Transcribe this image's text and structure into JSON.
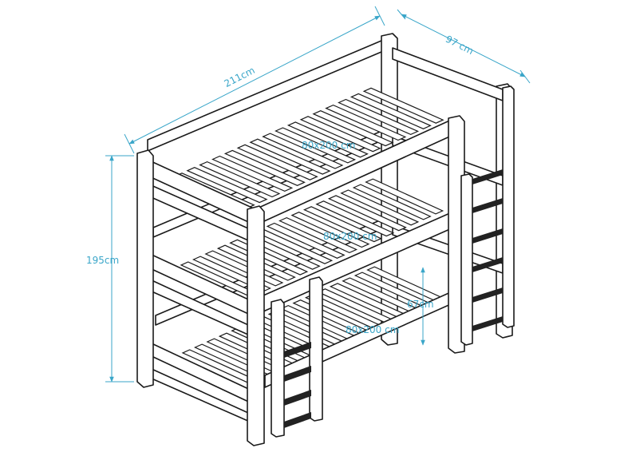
{
  "dimensions": {
    "length": "211cm",
    "depth": "97 cm",
    "height": "195cm",
    "bunk_gap": "67cm"
  },
  "mattresses": {
    "top": "80x200 cm",
    "middle": "80x200 cm",
    "bottom": "80x200 cm"
  },
  "colors": {
    "dimension": "#3aa6c9",
    "line": "#1a1a1a",
    "fill": "#ffffff",
    "step": "#222222"
  }
}
